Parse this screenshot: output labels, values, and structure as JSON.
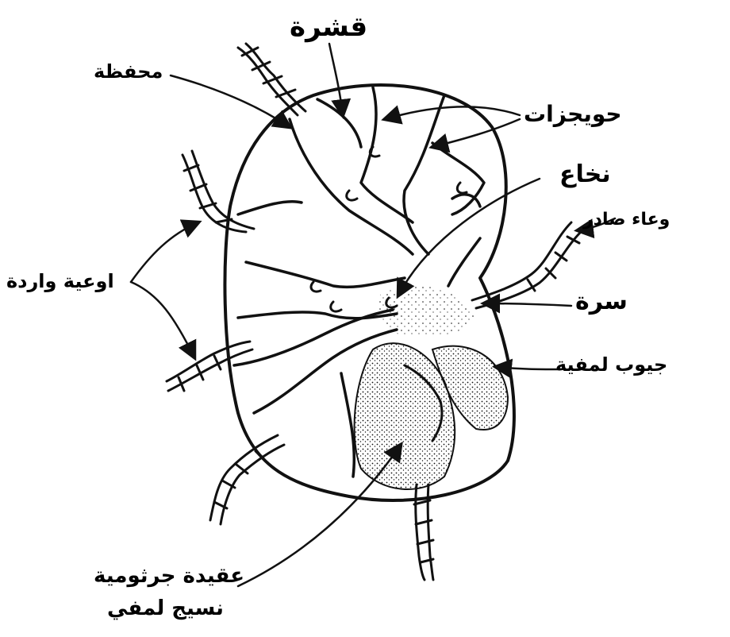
{
  "labels": {
    "cortex": "قشرة",
    "capsule": "محفظة",
    "septa": "حويجزات",
    "medulla": "نخاع",
    "efferent_vessel": "وعاء صادر",
    "afferent_vessels": "اوعية واردة",
    "hilum": "سرة",
    "lymph_sinuses": "جيوب لمفية",
    "germinal_center": "عقيدة جرثومية",
    "lymphoid_tissue": "نسيج لمفي"
  },
  "colors": {
    "ink": "#111111",
    "background": "#ffffff"
  }
}
